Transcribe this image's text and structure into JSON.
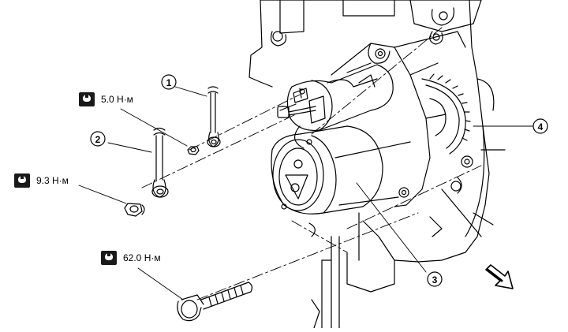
{
  "torque_specs": [
    {
      "value": "5.0",
      "unit": "Н·м",
      "text": "5.0 Н·м"
    },
    {
      "value": "9.3",
      "unit": "Н·м",
      "text": "9.3 Н·м"
    },
    {
      "value": "62.0",
      "unit": "Н·м",
      "text": "62.0 Н·м"
    }
  ],
  "callouts": [
    {
      "number": "1"
    },
    {
      "number": "2"
    },
    {
      "number": "3"
    },
    {
      "number": "4"
    }
  ],
  "icons": {
    "torque": "torque-wrench-icon",
    "direction": "front-direction-arrow-icon"
  }
}
